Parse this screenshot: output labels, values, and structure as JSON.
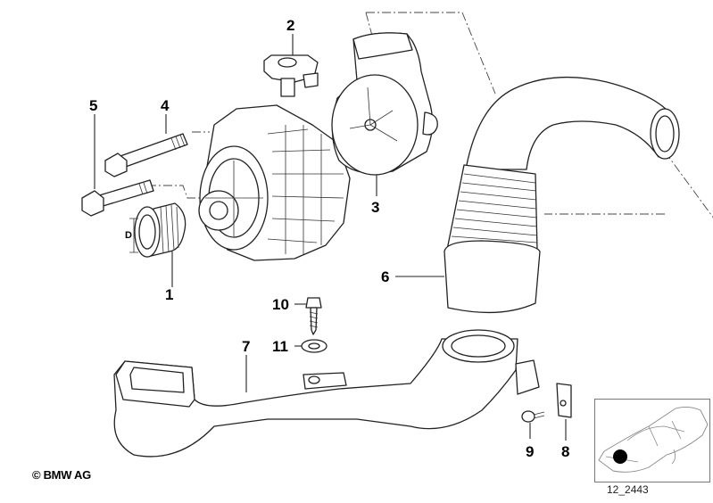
{
  "diagram": {
    "title": "Alternator and air duct parts",
    "callouts": [
      {
        "id": "1",
        "label": "1",
        "part": "pulley"
      },
      {
        "id": "2",
        "label": "2",
        "part": "voltage-regulator"
      },
      {
        "id": "3",
        "label": "3",
        "part": "fan-housing"
      },
      {
        "id": "4",
        "label": "4",
        "part": "bolt"
      },
      {
        "id": "5",
        "label": "5",
        "part": "bolt"
      },
      {
        "id": "6",
        "label": "6",
        "part": "air-duct-hose"
      },
      {
        "id": "7",
        "label": "7",
        "part": "air-duct"
      },
      {
        "id": "8",
        "label": "8",
        "part": "clip-nut"
      },
      {
        "id": "9",
        "label": "9",
        "part": "screw"
      },
      {
        "id": "10",
        "label": "10",
        "part": "self-tapping-screw"
      },
      {
        "id": "11",
        "label": "11",
        "part": "washer"
      }
    ],
    "dimension_label": "D",
    "copyright": "© BMW AG",
    "diagram_code": "12_2443",
    "highlight_color": "#000000"
  }
}
